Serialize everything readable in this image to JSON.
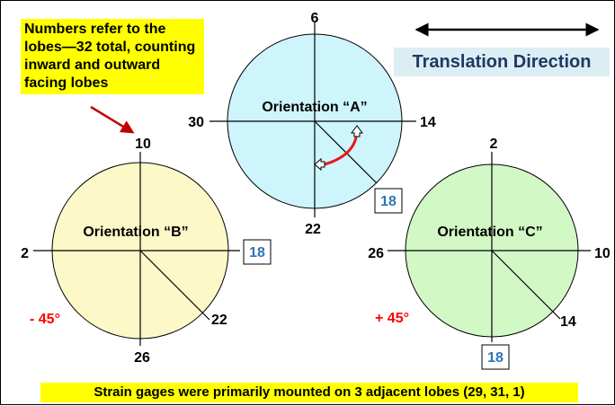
{
  "note": "Numbers refer to the lobes—32 total, counting inward and outward facing lobes",
  "translation_label": "Translation Direction",
  "footer": "Strain gages were primarily mounted on 3 adjacent lobes (29, 31, 1)",
  "orientations": {
    "a": {
      "label": "Orientation “A”",
      "top": "6",
      "left": "30",
      "right": "14",
      "bottom": "22",
      "boxed": "18",
      "color": "#cdf5fb"
    },
    "b": {
      "label": "Orientation “B”",
      "top": "10",
      "left": "2",
      "right": "18",
      "bottom": "26",
      "diag": "22",
      "angle": "- 45°",
      "color": "#fdf8c8"
    },
    "c": {
      "label": "Orientation “C”",
      "top": "2",
      "left": "26",
      "right": "10",
      "bottom": "18",
      "diag": "14",
      "angle": "+ 45°",
      "color": "#d2f8c6"
    }
  },
  "colors": {
    "box_number": "#2e75b6",
    "angle": "#ff0000",
    "arrow": "#e41a1c",
    "note_arrow": "#c00000"
  }
}
